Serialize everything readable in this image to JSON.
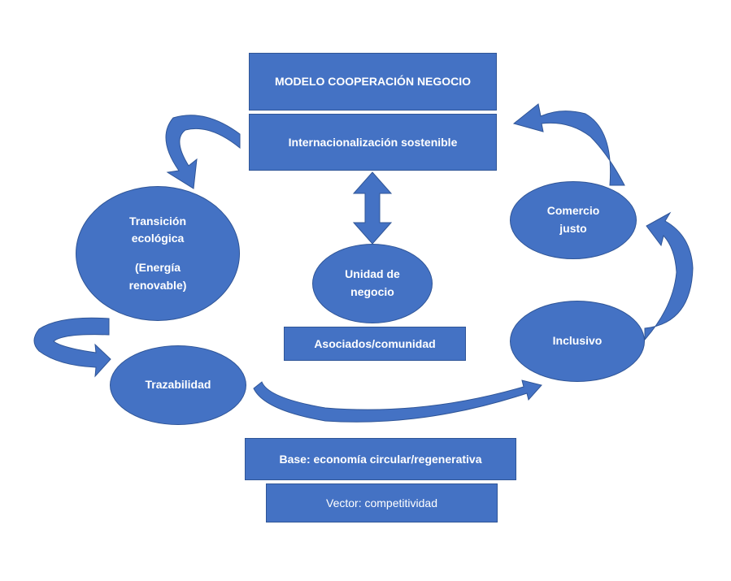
{
  "title": "MODELO COOPERACIÓN NEGOCIO",
  "subtitle": "Internacionalización sostenible",
  "nodes": {
    "transicion": {
      "line1": "Transición",
      "line2": "ecológica",
      "line3": "(Energía",
      "line4": "renovable)"
    },
    "unidad": {
      "line1": "Unidad de",
      "line2": "negocio"
    },
    "asociados": "Asociados/comunidad",
    "comercio": {
      "line1": "Comercio",
      "line2": "justo"
    },
    "inclusivo": "Inclusivo",
    "trazabilidad": "Trazabilidad"
  },
  "base": "Base: economía circular/regenerativa",
  "vector": "Vector: competitividad",
  "colors": {
    "fill": "#4472c4",
    "border": "#2f5597",
    "text": "#ffffff"
  }
}
